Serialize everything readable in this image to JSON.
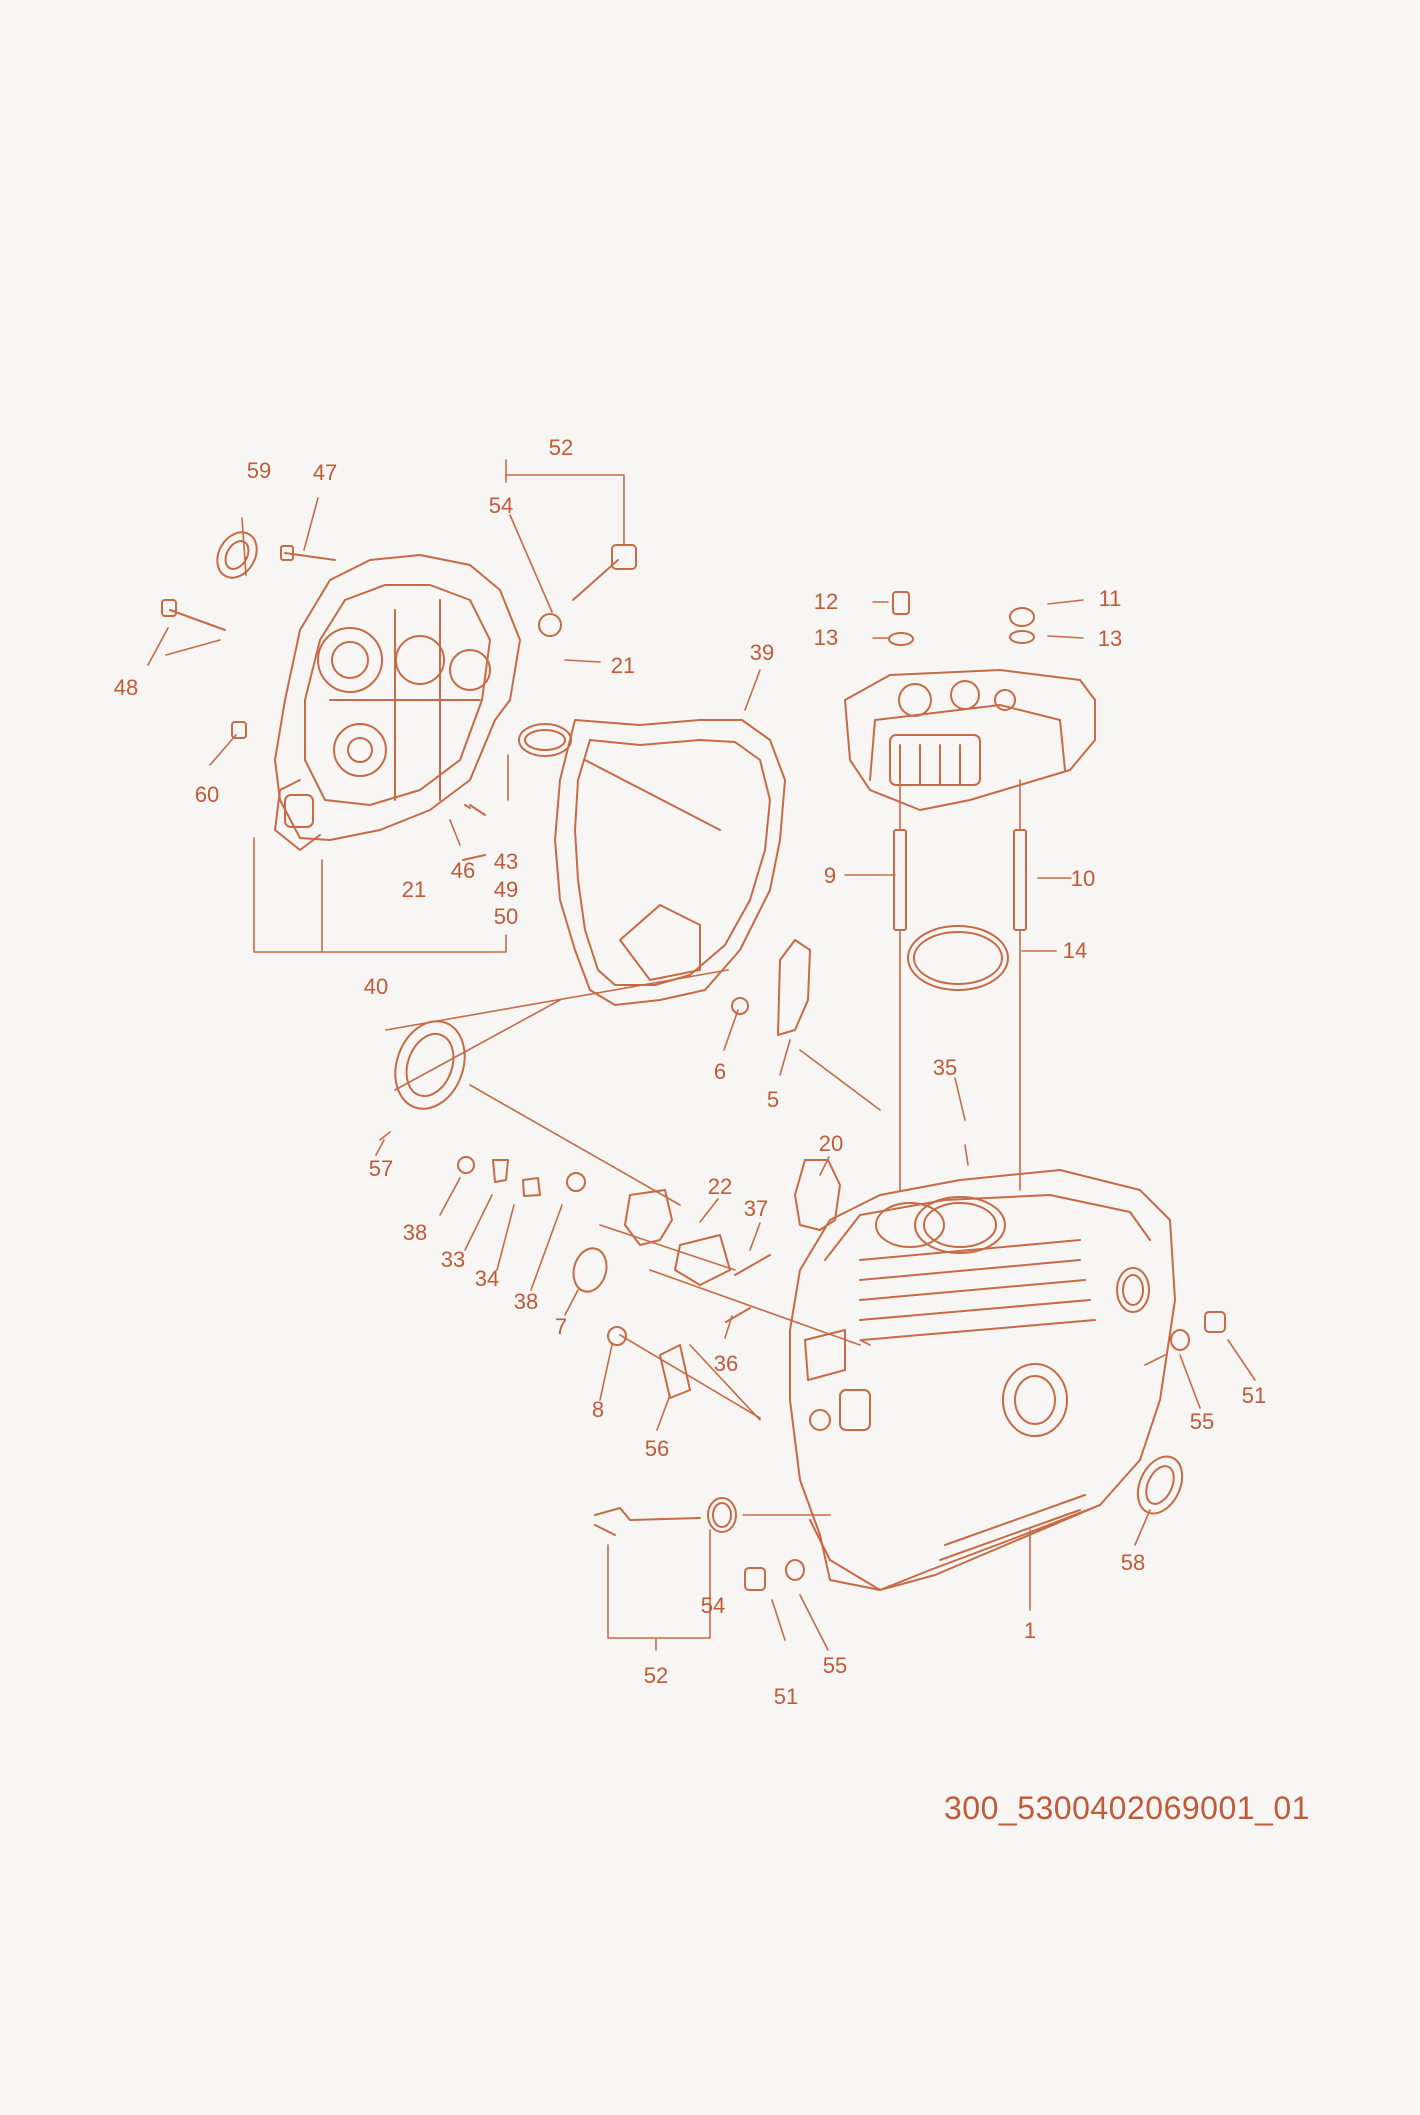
{
  "colors": {
    "background": "#f7f6f4",
    "line": "#c86a45",
    "label": "#c25a37"
  },
  "document_id": "300_5300402069001_01",
  "callouts": [
    "59",
    "47",
    "52",
    "54",
    "21",
    "48",
    "39",
    "12",
    "11",
    "13",
    "13",
    "60",
    "43",
    "46",
    "21",
    "49",
    "50",
    "9",
    "10",
    "40",
    "14",
    "6",
    "5",
    "35",
    "57",
    "20",
    "22",
    "37",
    "38",
    "33",
    "34",
    "38",
    "7",
    "36",
    "51",
    "55",
    "8",
    "56",
    "58",
    "54",
    "51",
    "55",
    "1",
    "52"
  ]
}
